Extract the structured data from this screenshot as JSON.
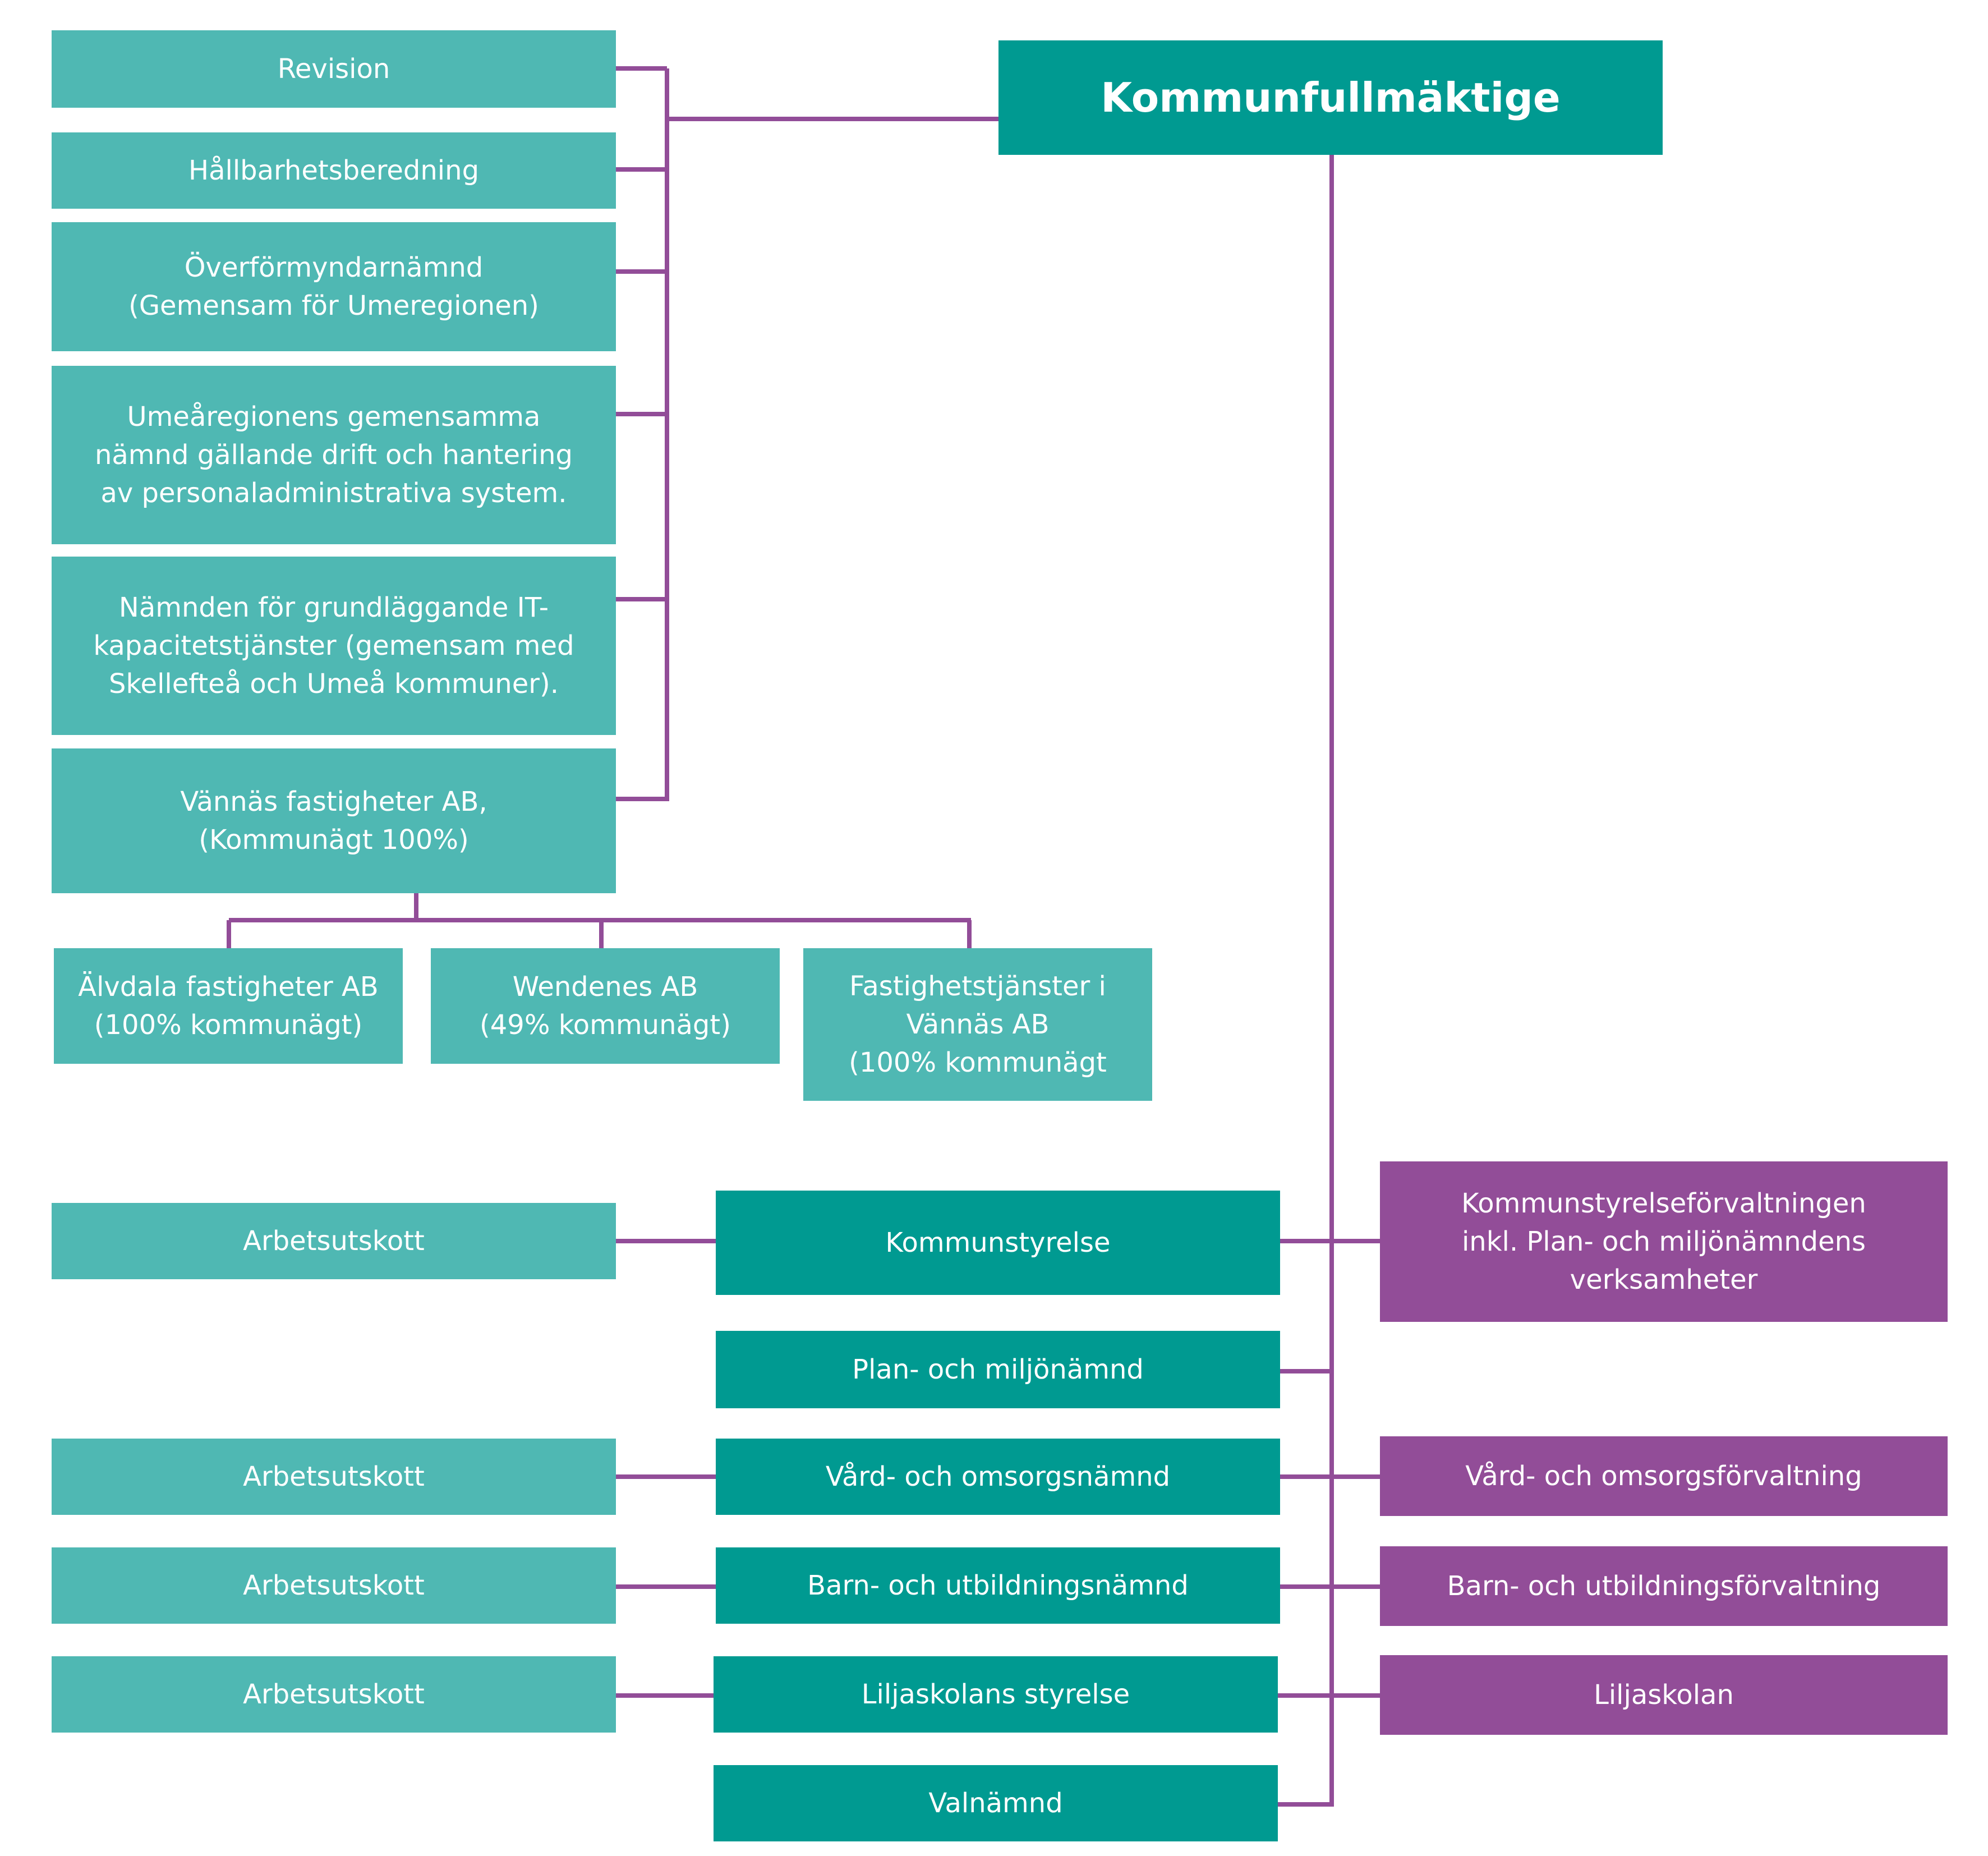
{
  "colors": {
    "light_teal": "#4fb8b3",
    "dark_teal": "#009a91",
    "purple": "#924d98",
    "connector": "#924d98"
  },
  "top": {
    "title": "Kommunfullmäktige"
  },
  "left_column": {
    "revision": "Revision",
    "hallbarhet": "Hållbarhetsberedning",
    "overformyndar": "Överförmyndarnämnd\n(Gemensam för Umeregionen)",
    "umearegionen": "Umeåregionens gemensamma\nnämnd gällande drift och hantering\nav personaladministrativa system.",
    "it_namnd": "Nämnden för grundläggande IT-\nkapacitetstjänster (gemensam med\nSkellefteå och Umeå kommuner).",
    "fastigheter": "Vännäs fastigheter AB,\n(Kommunägt 100%)"
  },
  "subsidiaries": {
    "alvdala": "Älvdala fastigheter AB\n(100% kommunägt)",
    "wendenes": "Wendenes AB\n(49% kommunägt)",
    "fastighetstjanster": "Fastighetstjänster i\nVännäs AB\n(100% kommunägt"
  },
  "committees": {
    "au1": "Arbetsutskott",
    "au2": "Arbetsutskott",
    "au3": "Arbetsutskott",
    "au4": "Arbetsutskott"
  },
  "boards": {
    "kommunstyrelse": "Kommunstyrelse",
    "plan": "Plan- och miljönämnd",
    "vard": "Vård- och omsorgsnämnd",
    "barn": "Barn- och utbildningsnämnd",
    "lilja": "Liljaskolans styrelse",
    "val": "Valnämnd"
  },
  "administrations": {
    "ks_forvaltning": "Kommunstyrelseförvaltningen\ninkl. Plan- och miljönämndens\nverksamheter",
    "vard_forvaltning": "Vård- och omsorgsförvaltning",
    "barn_forvaltning": "Barn- och utbildningsförvaltning",
    "liljaskolan": "Liljaskolan"
  }
}
